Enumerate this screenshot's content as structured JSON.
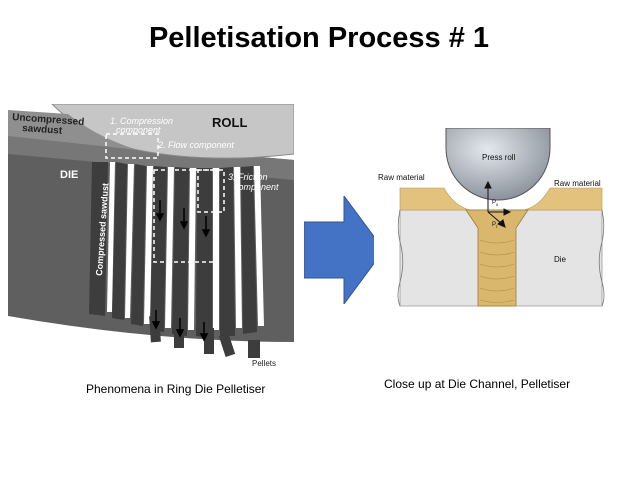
{
  "title": "Pelletisation Process # 1",
  "left_figure": {
    "labels": {
      "uncompressed": [
        "Uncompressed",
        "sawdust"
      ],
      "roll": "ROLL",
      "die": "DIE",
      "compression": [
        "1. Compression",
        "component"
      ],
      "flow": "2. Flow component",
      "friction": [
        "3. Friction",
        "component"
      ],
      "compressed": "Compressed sawdust",
      "pellets": "Pellets"
    },
    "caption": "Phenomena in Ring Die Pelletiser"
  },
  "right_figure": {
    "labels": {
      "press_roll": "Press roll",
      "raw_left": "Raw material",
      "raw_right": "Raw material",
      "die": "Die",
      "px": "P",
      "px_sub": "x",
      "pr": "P",
      "pr_sub": "r"
    },
    "caption": "Close up  at Die Channel, Pelletiser"
  },
  "colors": {
    "arrow": "#4472c4",
    "die_dark": "#5a5a5a",
    "roll": "#c4c4c4",
    "raw_material": "#e2c27c",
    "die_light": "#e6e6e6"
  }
}
